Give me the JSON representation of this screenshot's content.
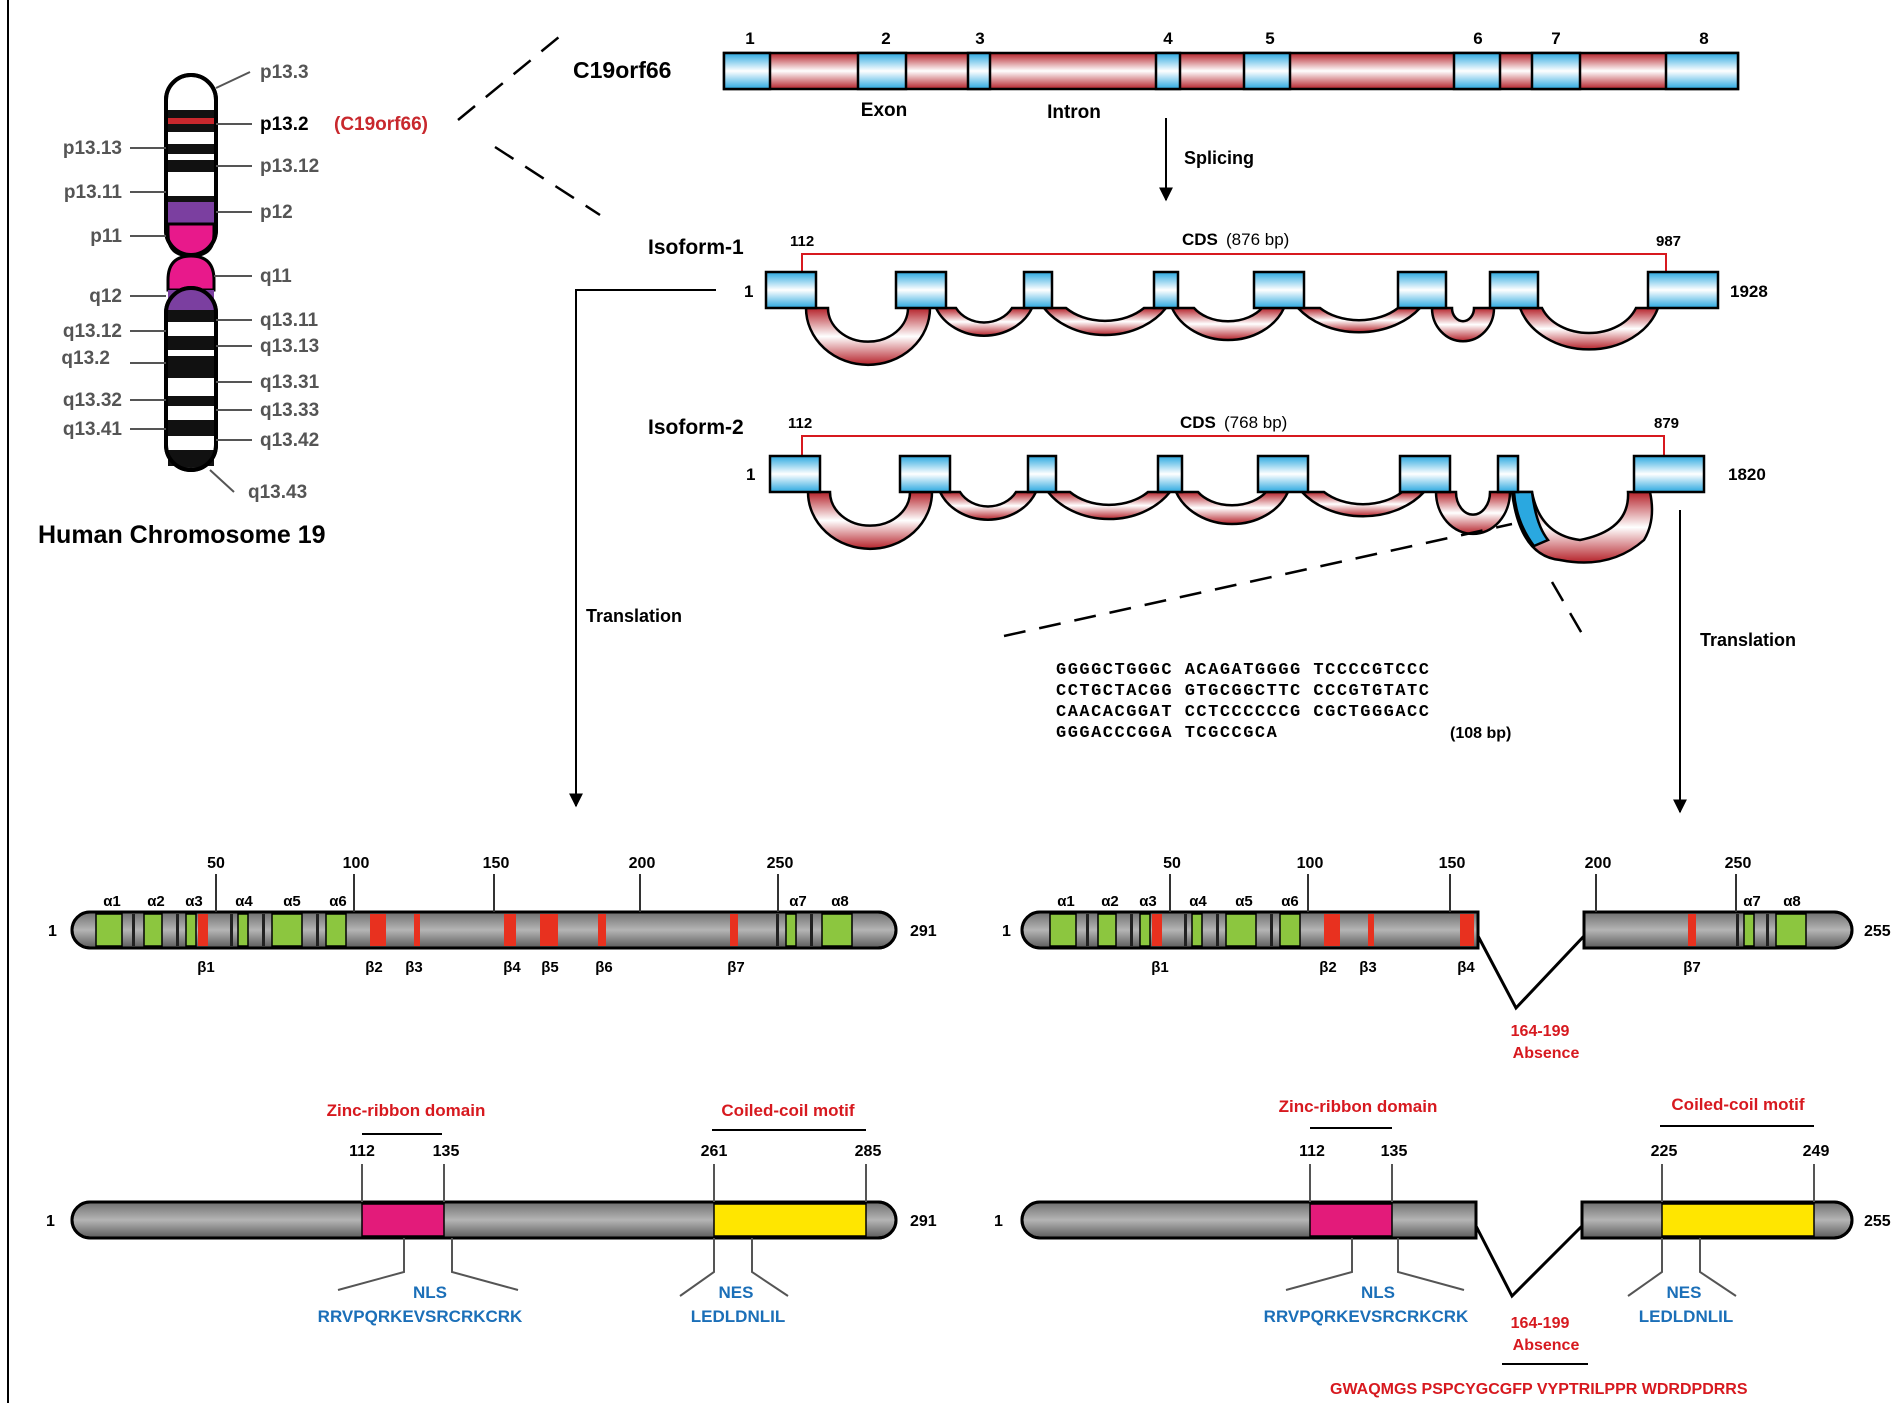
{
  "colors": {
    "exon": "#2aa8e0",
    "intron": "#c8282d",
    "alpha": "#8cc63f",
    "beta": "#e8311f",
    "protein": "#8a8a8a",
    "zinc": "#e31b7a",
    "coil": "#ffe600",
    "p12": "#7b3fa0",
    "centromere": "#e8198b",
    "motif_text": "#1b6fb8",
    "highlight_text": "#d7191f"
  },
  "chromosome": {
    "title": "Human Chromosome 19",
    "bands_right": [
      "p13.3",
      "p13.2",
      "p13.12",
      "p12",
      "q11",
      "q13.11",
      "q13.13",
      "q13.31",
      "q13.33",
      "q13.42",
      "q13.43"
    ],
    "bands_left": [
      "p13.13",
      "p13.11",
      "p11",
      "q12",
      "q13.12",
      "q13.2",
      "q13.32",
      "q13.41"
    ],
    "gene_label": "(C19orf66)"
  },
  "gene": {
    "name": "C19orf66",
    "exon_numbers": [
      "1",
      "2",
      "3",
      "4",
      "5",
      "6",
      "7",
      "8"
    ],
    "exon_label": "Exon",
    "intron_label": "Intron",
    "splicing_label": "Splicing"
  },
  "isoform1": {
    "name": "Isoform-1",
    "cds_label": "CDS",
    "cds_length": "(876 bp)",
    "cds_start": "112",
    "cds_end": "987",
    "start": "1",
    "end": "1928"
  },
  "isoform2": {
    "name": "Isoform-2",
    "cds_label": "CDS",
    "cds_length": "(768 bp)",
    "cds_start": "112",
    "cds_end": "879",
    "start": "1",
    "end": "1820"
  },
  "sequence": {
    "lines": [
      "GGGGCTGGGC ACAGATGGGG TCCCCGTCCC",
      "CCTGCTACGG GTGCGGCTTC CCCGTGTATC",
      "CAACACGGAT CCTCCCCCCG CGCTGGGACC",
      "GGGACCCGGA TCGCCGCA"
    ],
    "length": "(108 bp)"
  },
  "translation_label": "Translation",
  "protein1": {
    "start": "1",
    "end": "291",
    "ticks": [
      "50",
      "100",
      "150",
      "200",
      "250"
    ],
    "alpha": [
      "α1",
      "α2",
      "α3",
      "α4",
      "α5",
      "α6",
      "α7",
      "α8"
    ],
    "beta": [
      "β1",
      "β2",
      "β3",
      "β4",
      "β5",
      "β6",
      "β7"
    ]
  },
  "protein2": {
    "start": "1",
    "end": "255",
    "ticks": [
      "50",
      "100",
      "150",
      "200",
      "250"
    ],
    "alpha": [
      "α1",
      "α2",
      "α3",
      "α4",
      "α5",
      "α6",
      "α7",
      "α8"
    ],
    "beta": [
      "β1",
      "β2",
      "β3",
      "β4",
      "β7"
    ],
    "absence_range": "164-199",
    "absence_label": "Absence"
  },
  "domains1": {
    "start": "1",
    "end": "291",
    "zinc_label": "Zinc-ribbon domain",
    "zinc_start": "112",
    "zinc_end": "135",
    "coil_label": "Coiled-coil motif",
    "coil_start": "261",
    "coil_end": "285",
    "nls_label": "NLS",
    "nls_seq": "RRVPQRKEVSRCRKCRK",
    "nes_label": "NES",
    "nes_seq": "LEDLDNLIL"
  },
  "domains2": {
    "start": "1",
    "end": "255",
    "zinc_label": "Zinc-ribbon domain",
    "zinc_start": "112",
    "zinc_end": "135",
    "coil_label": "Coiled-coil motif",
    "coil_start": "225",
    "coil_end": "249",
    "nls_label": "NLS",
    "nls_seq": "RRVPQRKEVSRCRKCRK",
    "nes_label": "NES",
    "nes_seq": "LEDLDNLIL",
    "absence_range": "164-199",
    "absence_label": "Absence",
    "missing_seq": "GWAQMGS PSPCYGCGFP VYPTRILPPR WDRDPDRRS"
  }
}
